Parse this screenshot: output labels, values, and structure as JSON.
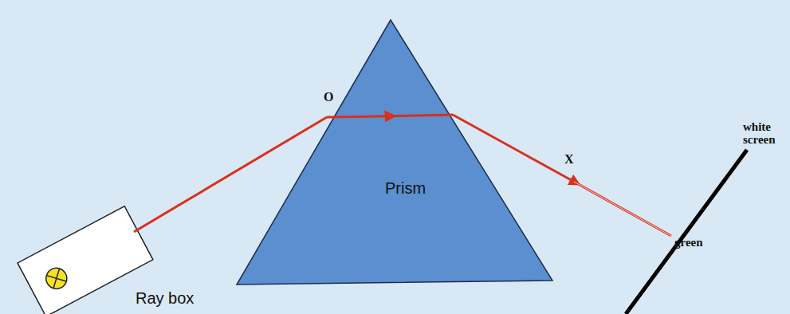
{
  "diagram": {
    "nodes": [
      {
        "text": [
          "Prism"
        ]
      },
      {
        "text": [
          "Ray box"
        ]
      }
    ],
    "edges": [
      {
        "from": 1,
        "to": 0,
        "arrow": "none"
      }
    ],
    "labels": [
      "O",
      "X",
      "white screen",
      "green"
    ]
  }
}
